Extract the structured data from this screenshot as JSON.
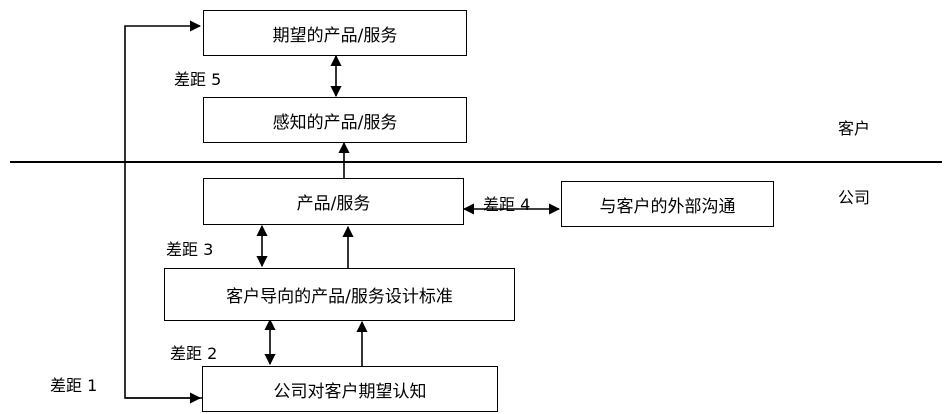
{
  "boxes": {
    "expected": "期望的产品/服务",
    "perceived": "感知的产品/服务",
    "product_service": "产品/服务",
    "external_comm": "与客户的外部沟通",
    "design_standard": "客户导向的产品/服务设计标准",
    "company_perception": "公司对客户期望认知"
  },
  "gaps": {
    "gap1": "差距 1",
    "gap2": "差距 2",
    "gap3": "差距 3",
    "gap4": "差距 4",
    "gap5": "差距 5"
  },
  "regions": {
    "customer": "客户",
    "company": "公司"
  }
}
